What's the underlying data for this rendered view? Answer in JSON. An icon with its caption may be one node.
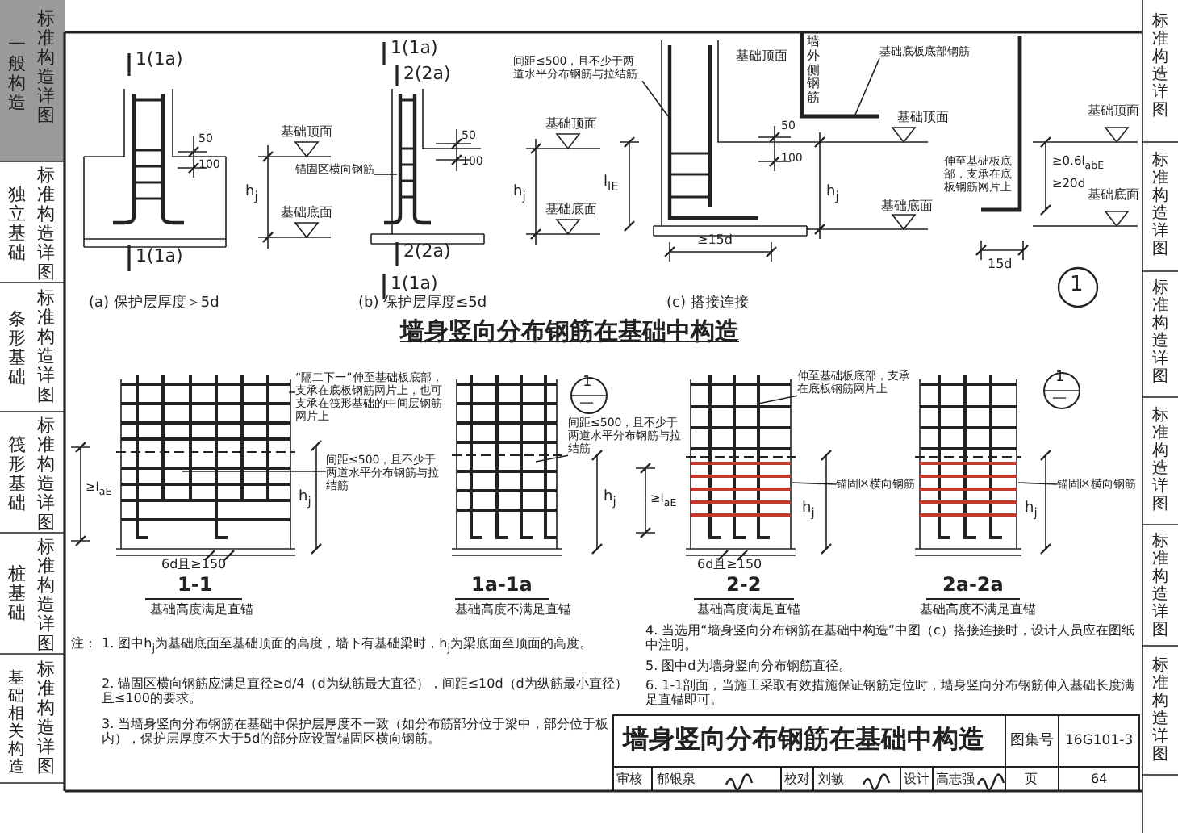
{
  "diagram": {
    "title": "墙身竖向分布钢筋在基础中构造",
    "nodes": [
      {
        "text": [
          "锚固区横向钢筋"
        ]
      },
      {
        "text": [
          "间距≤500，且不少于两道水平分布钢筋与拉结筋"
        ]
      },
      {
        "text": [
          "基础底板底部钢筋"
        ]
      },
      {
        "text": [
          "“隔二下一”伸至基础板底部，支承在底板钢筋网片上，也可支承在筏形基础的中间层钢筋网片上"
        ]
      },
      {
        "text": [
          "间距≤500，且不少于两道水平分布钢筋与拉结筋"
        ]
      },
      {
        "text": [
          "间距≤500，且不少于两道水平分布钢筋与拉结筋"
        ]
      },
      {
        "text": [
          "伸至基础板底部，支承在底板钢筋网片上"
        ]
      },
      {
        "text": [
          "锚固区横向钢筋"
        ]
      },
      {
        "text": [
          "锚固区横向钢筋"
        ]
      }
    ],
    "edges": [
      {
        "from": 0,
        "to": null,
        "arrow": "none"
      },
      {
        "from": 1,
        "to": null,
        "arrow": "none"
      },
      {
        "from": 2,
        "to": null,
        "arrow": "none"
      },
      {
        "from": 3,
        "to": null,
        "arrow": "none"
      },
      {
        "from": 4,
        "to": null,
        "arrow": "none"
      },
      {
        "from": 5,
        "to": null,
        "arrow": "none"
      },
      {
        "from": 6,
        "to": null,
        "arrow": "none"
      },
      {
        "from": 7,
        "to": null,
        "arrow": "none"
      },
      {
        "from": 8,
        "to": null,
        "arrow": "none"
      }
    ],
    "labels": [
      "标准构造详图",
      "一般构造",
      "标准构造详图",
      "独立基础",
      "标准构造详图",
      "条形基础",
      "标准构造详图",
      "筏形基础",
      "标准构造详图",
      "桩基础",
      "基础相关构造",
      "标准构造详图",
      "标准构造详图",
      "标准构造详图",
      "标准构造详图",
      "标准构造详图",
      "标准构造详图",
      "标准构造详图",
      "1(1a)",
      "50",
      "100",
      "h$_{j}$",
      "基础顶面",
      "基础底面",
      "1(1a)",
      "(a) 保护层厚度＞5d",
      "1(1a)",
      "2(2a)",
      "50",
      "100",
      "h$_{j}$",
      "基础顶面",
      "基础底面",
      "2(2a)",
      "1(1a)",
      "(b) 保护层厚度≤5d",
      "l$_{lE}$",
      "50",
      "100",
      "h$_{j}$",
      "基础顶面",
      "墙外侧钢筋",
      "基础顶面",
      "基础底面",
      "≥15d",
      "(c) 搭接连接",
      "伸至基础板底部，支承在底板钢筋网片上",
      "基础顶面",
      "≥0.6l$_{abE}$",
      "≥20d",
      "基础底面",
      "15d",
      "1",
      "≥l$_{aE}$",
      "h$_{j}$",
      "6d且≥150",
      "1-1",
      "基础高度满足直锚",
      "1",
      "—",
      "h$_{j}$",
      "1a-1a",
      "基础高度不满足直锚",
      "≥l$_{aE}$",
      "h$_{j}$",
      "6d且≥150",
      "2-2",
      "基础高度满足直锚",
      "1",
      "—",
      "h$_{j}$",
      "2a-2a",
      "基础高度不满足直锚",
      "注：",
      "1. 图中h$_{j}$为基础底面至基础顶面的高度，墙下有基础梁时，h$_{j}$为梁底面至顶面的高度。",
      "2. 锚固区横向钢筋应满足直径≥d/4（d为纵筋最大直径），间距≤10d（d为纵筋最小直径）且≤100的要求。",
      "3. 当墙身竖向分布钢筋在基础中保护层厚度不一致（如分布筋部分位于梁中，部分位于板内），保护层厚度不大于5d的部分应设置锚固区横向钢筋。",
      "4. 当选用“墙身竖向分布钢筋在基础中构造”中图（c）搭接连接时，设计人员应在图纸中注明。",
      "5. 图中d为墙身竖向分布钢筋直径。",
      "6. 1-1剖面，当施工采取有效措施保证钢筋定位时，墙身竖向分布钢筋伸入基础长度满足直锚即可。",
      "墙身竖向分布钢筋在基础中构造",
      "图集号",
      "16G101-3",
      "审核",
      "郁银泉",
      "校对",
      "刘敏",
      "设计",
      "高志强",
      "页",
      "64"
    ]
  }
}
